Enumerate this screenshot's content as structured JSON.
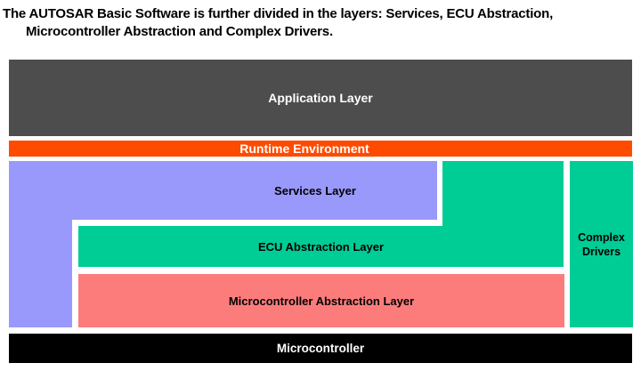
{
  "title": {
    "line1": "The AUTOSAR Basic Software is further divided in the layers: Services, ECU Abstraction,",
    "line2": "Microcontroller Abstraction and Complex Drivers."
  },
  "colors": {
    "application_layer": "#4D4D4D",
    "runtime_environment": "#FF4B00",
    "services_layer": "#9999FC",
    "ecu_abstraction_layer": "#00CC96",
    "microcontroller_abstraction_layer": "#FC7C7C",
    "complex_drivers": "#00CC96",
    "microcontroller": "#000000",
    "label_on_dark": "#FFFFFF",
    "label_on_light": "#000000"
  },
  "layers": {
    "application": {
      "label": "Application Layer"
    },
    "runtime_environment": {
      "label": "Runtime Environment"
    },
    "services": {
      "label": "Services Layer"
    },
    "ecu_abstraction": {
      "label": "ECU Abstraction Layer"
    },
    "microcontroller_abstraction": {
      "label": "Microcontroller Abstraction Layer"
    },
    "complex_drivers": {
      "label": "Complex Drivers"
    },
    "microcontroller": {
      "label": "Microcontroller"
    }
  }
}
